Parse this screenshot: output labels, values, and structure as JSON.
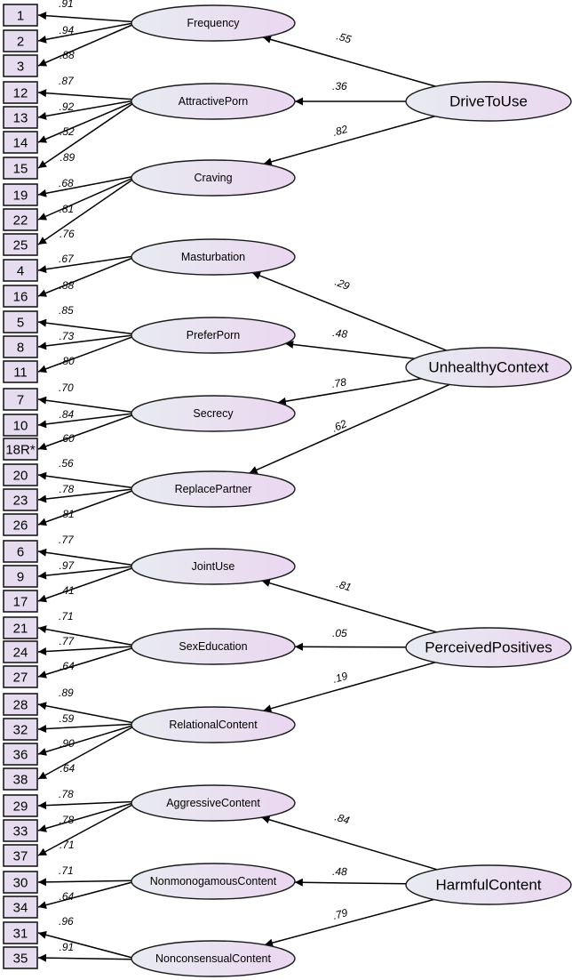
{
  "colors": {
    "box_fill": "#e6dcef",
    "ellipse_left": "#e8ebf1",
    "ellipse_right": "#ead7f0",
    "line": "#000000"
  },
  "second_order": [
    {
      "label": "DriveToUse",
      "factors": [
        {
          "label": "Frequency",
          "loading": ".55",
          "items": [
            {
              "id": "1",
              "loading": ".91"
            },
            {
              "id": "2",
              "loading": ".94"
            },
            {
              "id": "3",
              "loading": ".88"
            }
          ]
        },
        {
          "label": "AttractivePorn",
          "loading": ".36",
          "items": [
            {
              "id": "12",
              "loading": ".87"
            },
            {
              "id": "13",
              "loading": ".92"
            },
            {
              "id": "14",
              "loading": ".52"
            },
            {
              "id": "15",
              "loading": ".89"
            }
          ]
        },
        {
          "label": "Craving",
          "loading": ".82",
          "items": [
            {
              "id": "19",
              "loading": ".68"
            },
            {
              "id": "22",
              "loading": ".81"
            },
            {
              "id": "25",
              "loading": ".76"
            }
          ]
        }
      ]
    },
    {
      "label": "UnhealthyContext",
      "factors": [
        {
          "label": "Masturbation",
          "loading": ".29",
          "items": [
            {
              "id": "4",
              "loading": ".67"
            },
            {
              "id": "16",
              "loading": ".88"
            }
          ]
        },
        {
          "label": "PreferPorn",
          "loading": ".48",
          "items": [
            {
              "id": "5",
              "loading": ".85"
            },
            {
              "id": "8",
              "loading": ".73"
            },
            {
              "id": "11",
              "loading": ".80"
            }
          ]
        },
        {
          "label": "Secrecy",
          "loading": ".78",
          "items": [
            {
              "id": "7",
              "loading": ".70"
            },
            {
              "id": "10",
              "loading": ".84"
            },
            {
              "id": "18R*",
              "loading": ".60"
            }
          ]
        },
        {
          "label": "ReplacePartner",
          "loading": ".62",
          "items": [
            {
              "id": "20",
              "loading": ".56"
            },
            {
              "id": "23",
              "loading": ".78"
            },
            {
              "id": "26",
              "loading": ".81"
            }
          ]
        }
      ]
    },
    {
      "label": "PerceivedPositives",
      "factors": [
        {
          "label": "JointUse",
          "loading": ".81",
          "items": [
            {
              "id": "6",
              "loading": ".77"
            },
            {
              "id": "9",
              "loading": ".97"
            },
            {
              "id": "17",
              "loading": ".41"
            }
          ]
        },
        {
          "label": "SexEducation",
          "loading": ".05",
          "items": [
            {
              "id": "21",
              "loading": ".71"
            },
            {
              "id": "24",
              "loading": ".77"
            },
            {
              "id": "27",
              "loading": ".64"
            }
          ]
        },
        {
          "label": "RelationalContent",
          "loading": ".19",
          "items": [
            {
              "id": "28",
              "loading": ".89"
            },
            {
              "id": "32",
              "loading": ".59"
            },
            {
              "id": "36",
              "loading": ".90"
            },
            {
              "id": "38",
              "loading": ".64"
            }
          ]
        }
      ]
    },
    {
      "label": "HarmfulContent",
      "factors": [
        {
          "label": "AggressiveContent",
          "loading": ".84",
          "items": [
            {
              "id": "29",
              "loading": ".78"
            },
            {
              "id": "33",
              "loading": ".78"
            },
            {
              "id": "37",
              "loading": ".71"
            }
          ]
        },
        {
          "label": "NonmonogamousContent",
          "loading": ".48",
          "items": [
            {
              "id": "30",
              "loading": ".71"
            },
            {
              "id": "34",
              "loading": ".64"
            }
          ]
        },
        {
          "label": "NonconsensualContent",
          "loading": ".79",
          "items": [
            {
              "id": "31",
              "loading": ".96"
            },
            {
              "id": "35",
              "loading": ".91"
            }
          ]
        }
      ]
    }
  ]
}
